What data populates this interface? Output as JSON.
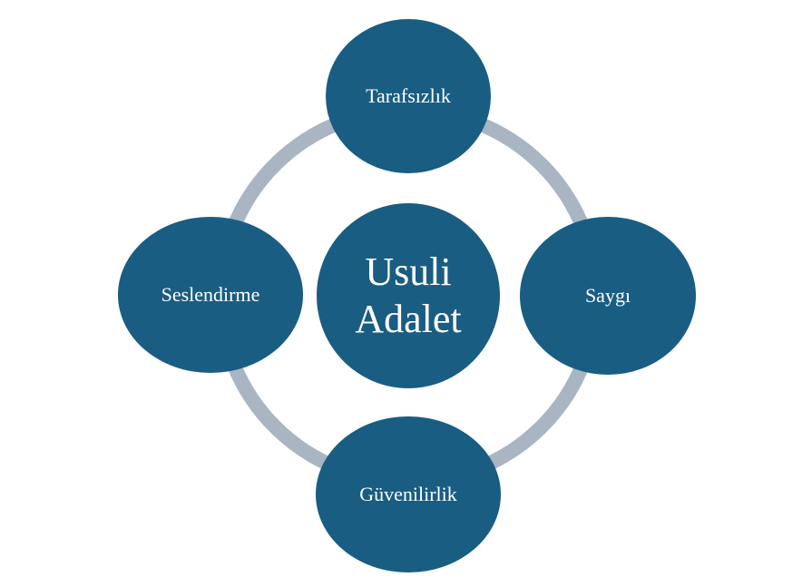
{
  "diagram": {
    "center": {
      "line1": "Usuli",
      "line2": "Adalet"
    },
    "nodes": {
      "top": "Tarafsızlık",
      "right": "Saygı",
      "bottom": "Güvenilirlik",
      "left": "Seslendirme"
    },
    "colors": {
      "node_fill": "#195d82",
      "ring": "#a9b5c3",
      "node_text": "#ffffff",
      "background": "#ffffff"
    }
  }
}
